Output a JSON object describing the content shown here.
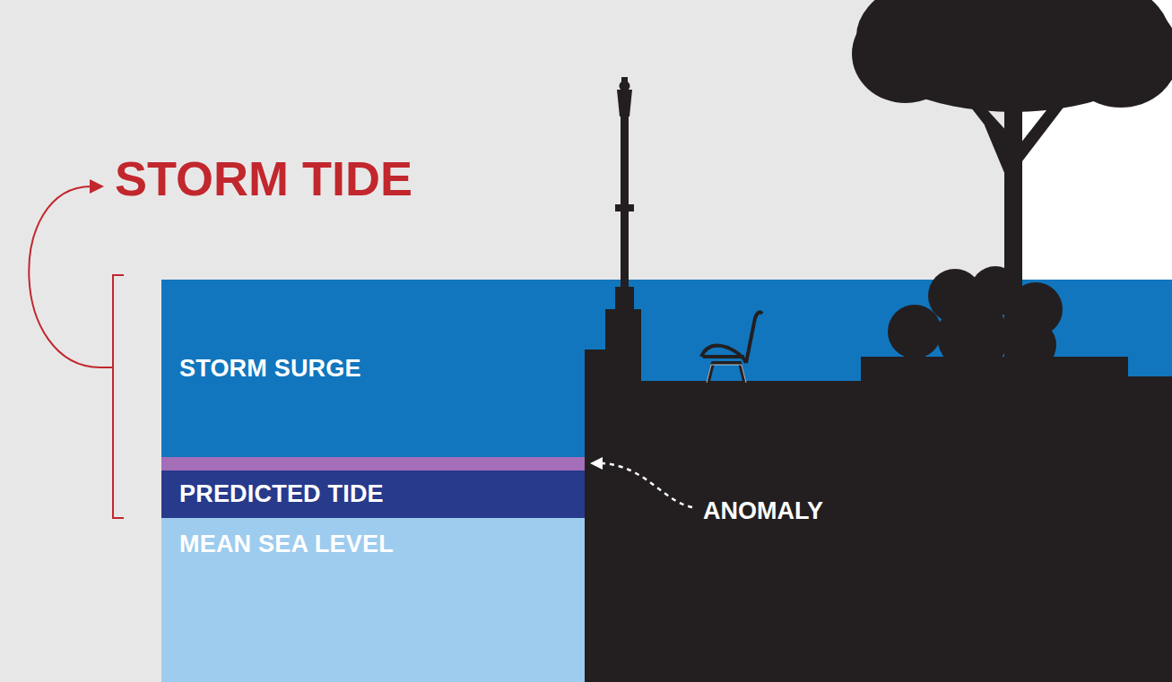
{
  "diagram": {
    "nodes": [
      {
        "text": [
          "STORM SURGE"
        ]
      },
      {
        "text": [
          "PREDICTED TIDE"
        ]
      },
      {
        "text": [
          "MEAN SEA LEVEL"
        ]
      }
    ],
    "labels": [
      "STORM TIDE",
      "ANOMALY"
    ]
  }
}
